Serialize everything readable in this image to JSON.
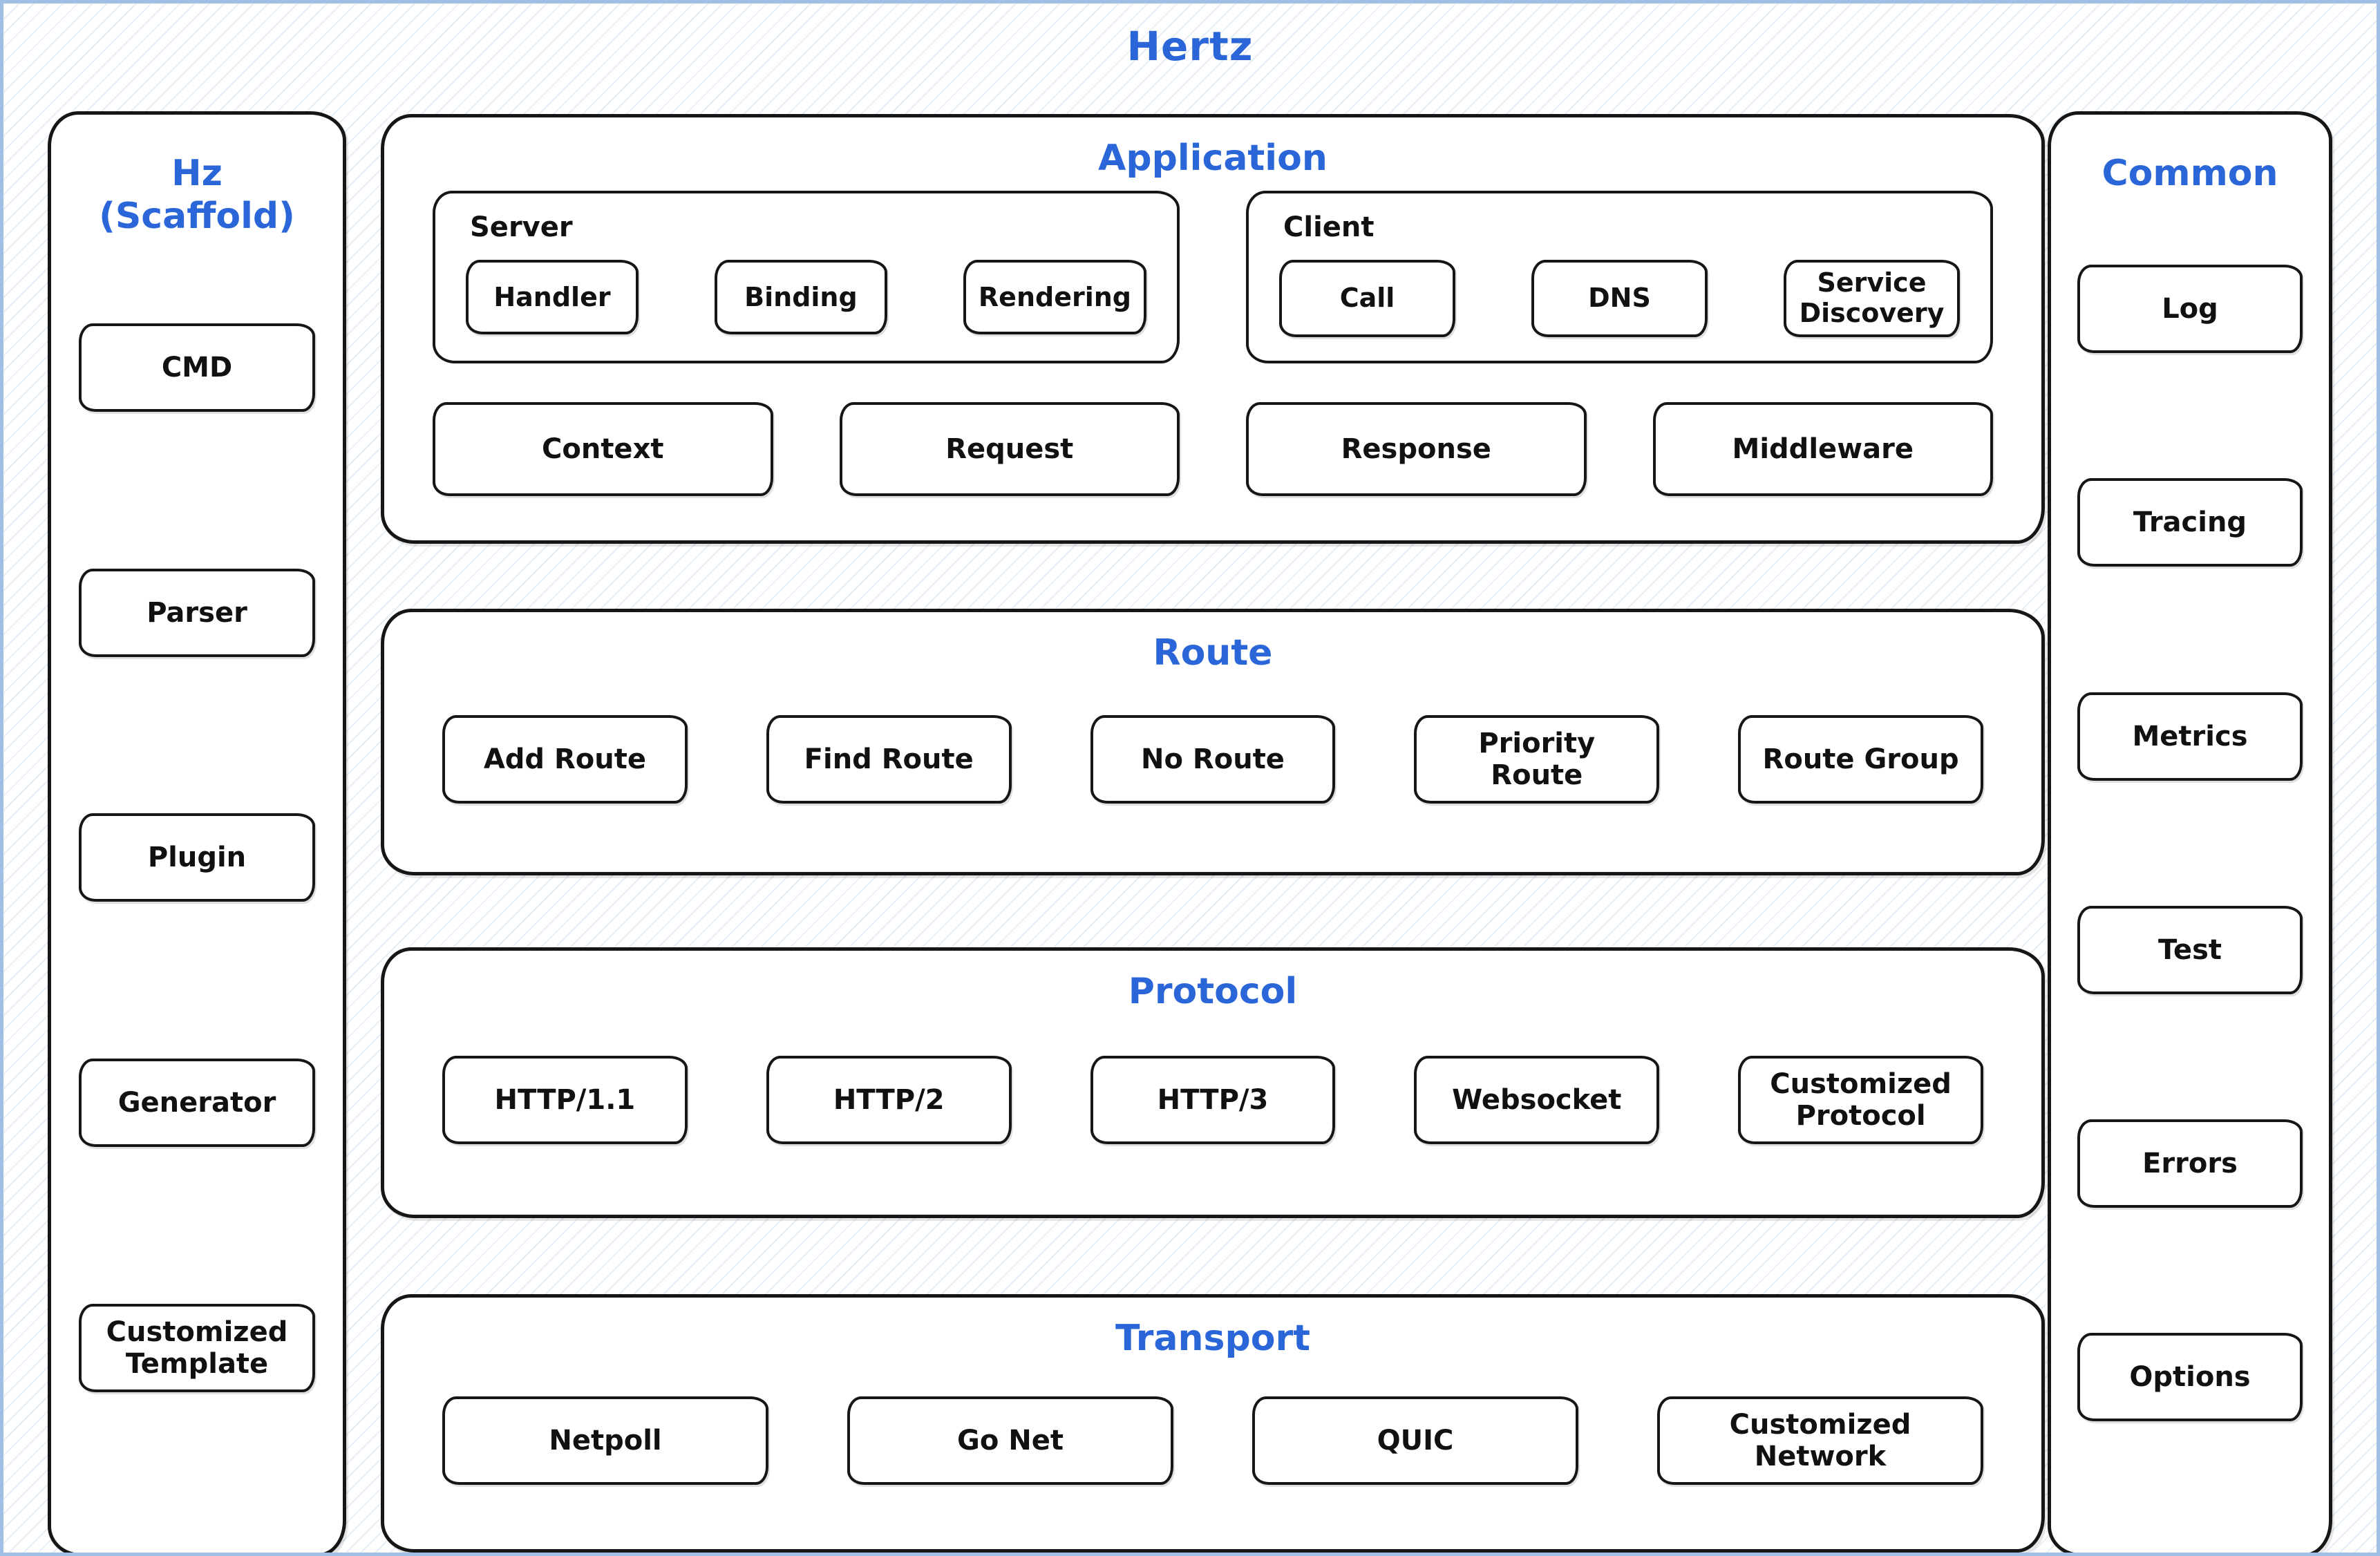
{
  "title": "Hertz",
  "scaffold": {
    "heading": "Hz (Scaffold)",
    "items": [
      "CMD",
      "Parser",
      "Plugin",
      "Generator",
      "Customized Template"
    ]
  },
  "common": {
    "heading": "Common",
    "items": [
      "Log",
      "Tracing",
      "Metrics",
      "Test",
      "Errors",
      "Options"
    ]
  },
  "application": {
    "heading": "Application",
    "server": {
      "label": "Server",
      "items": [
        "Handler",
        "Binding",
        "Rendering"
      ]
    },
    "client": {
      "label": "Client",
      "items": [
        "Call",
        "DNS",
        "Service Discovery"
      ]
    },
    "items": [
      "Context",
      "Request",
      "Response",
      "Middleware"
    ]
  },
  "route": {
    "heading": "Route",
    "items": [
      "Add Route",
      "Find Route",
      "No Route",
      "Priority Route",
      "Route Group"
    ]
  },
  "protocol": {
    "heading": "Protocol",
    "items": [
      "HTTP/1.1",
      "HTTP/2",
      "HTTP/3",
      "Websocket",
      "Customized Protocol"
    ]
  },
  "transport": {
    "heading": "Transport",
    "items": [
      "Netpoll",
      "Go Net",
      "QUIC",
      "Customized Network"
    ]
  },
  "colors": {
    "heading_blue": "#2b66d9",
    "box_border": "#161616",
    "page_border": "#9fc0e4"
  }
}
